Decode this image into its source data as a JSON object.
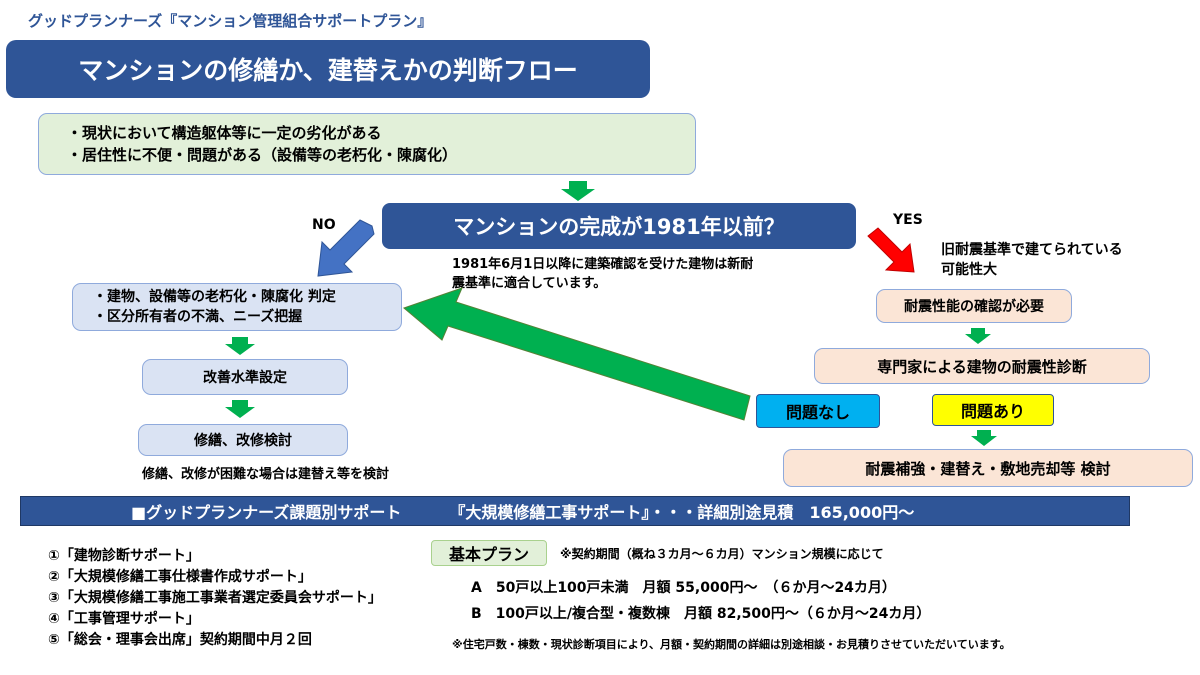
{
  "header": "グッドプランナーズ『マンション管理組合サポートプラン』",
  "title": "マンションの修繕か、建替えかの判断フロー",
  "top_box": {
    "line1": "・現状において構造躯体等に一定の劣化がある",
    "line2": "・居住性に不便・問題がある（設備等の老朽化・陳腐化）"
  },
  "question": "マンションの完成が1981年以前？",
  "no_label": "NO",
  "yes_label": "YES",
  "no_note": {
    "line1": "1981年6月1日以降に建築確認を受けた建物は新耐",
    "line2": "震基準に適合しています。"
  },
  "yes_note": {
    "line1": "旧耐震基準で建てられている",
    "line2": "可能性大"
  },
  "left_flow": {
    "assess_line1": "・建物、設備等の老朽化・陳腐化 判定",
    "assess_line2": "・区分所有者の不満、ニーズ把握",
    "level": "改善水準設定",
    "review": "修繕、改修検討",
    "note": "修繕、改修が困難な場合は建替え等を検討"
  },
  "right_flow": {
    "check": "耐震性能の確認が必要",
    "diagnosis": "専門家による建物の耐震性診断",
    "no_problem": "問題なし",
    "problem": "問題あり",
    "action": "耐震補強・建替え・敷地売却等 検討"
  },
  "support_bar": {
    "part1": "■グッドプランナーズ課題別サポート",
    "part2": "『大規模修繕工事サポート』・・・詳細別途見積　165,000円～"
  },
  "support_list": [
    "①「建物診断サポート」",
    "②「大規模修繕工事仕様書作成サポート」",
    "③「大規模修繕工事施工事業者選定委員会サポート」",
    "④「工事管理サポート」",
    "⑤「総会・理事会出席」契約期間中月２回"
  ],
  "plan": {
    "label": "基本プラン",
    "note": "※契約期間（概ね３カ月～６カ月）マンション規模に応じて",
    "a": "A　50戸以上100戸未満　月額 55,000円～　（６か月～24カ月）",
    "b": "B　100戸以上/複合型・複数棟　月額 82,500円～（６か月～24カ月）",
    "footer": "※住宅戸数・棟数・現状診断項目により、月額・契約期間の詳細は別途相談・お見積りさせていただいています。"
  },
  "colors": {
    "navy": "#2f5597",
    "green_arrow": "#00b050",
    "blue_arrow": "#4472c4",
    "red_arrow": "#ff0000",
    "cyan": "#00b0f0",
    "yellow": "#ffff00"
  }
}
